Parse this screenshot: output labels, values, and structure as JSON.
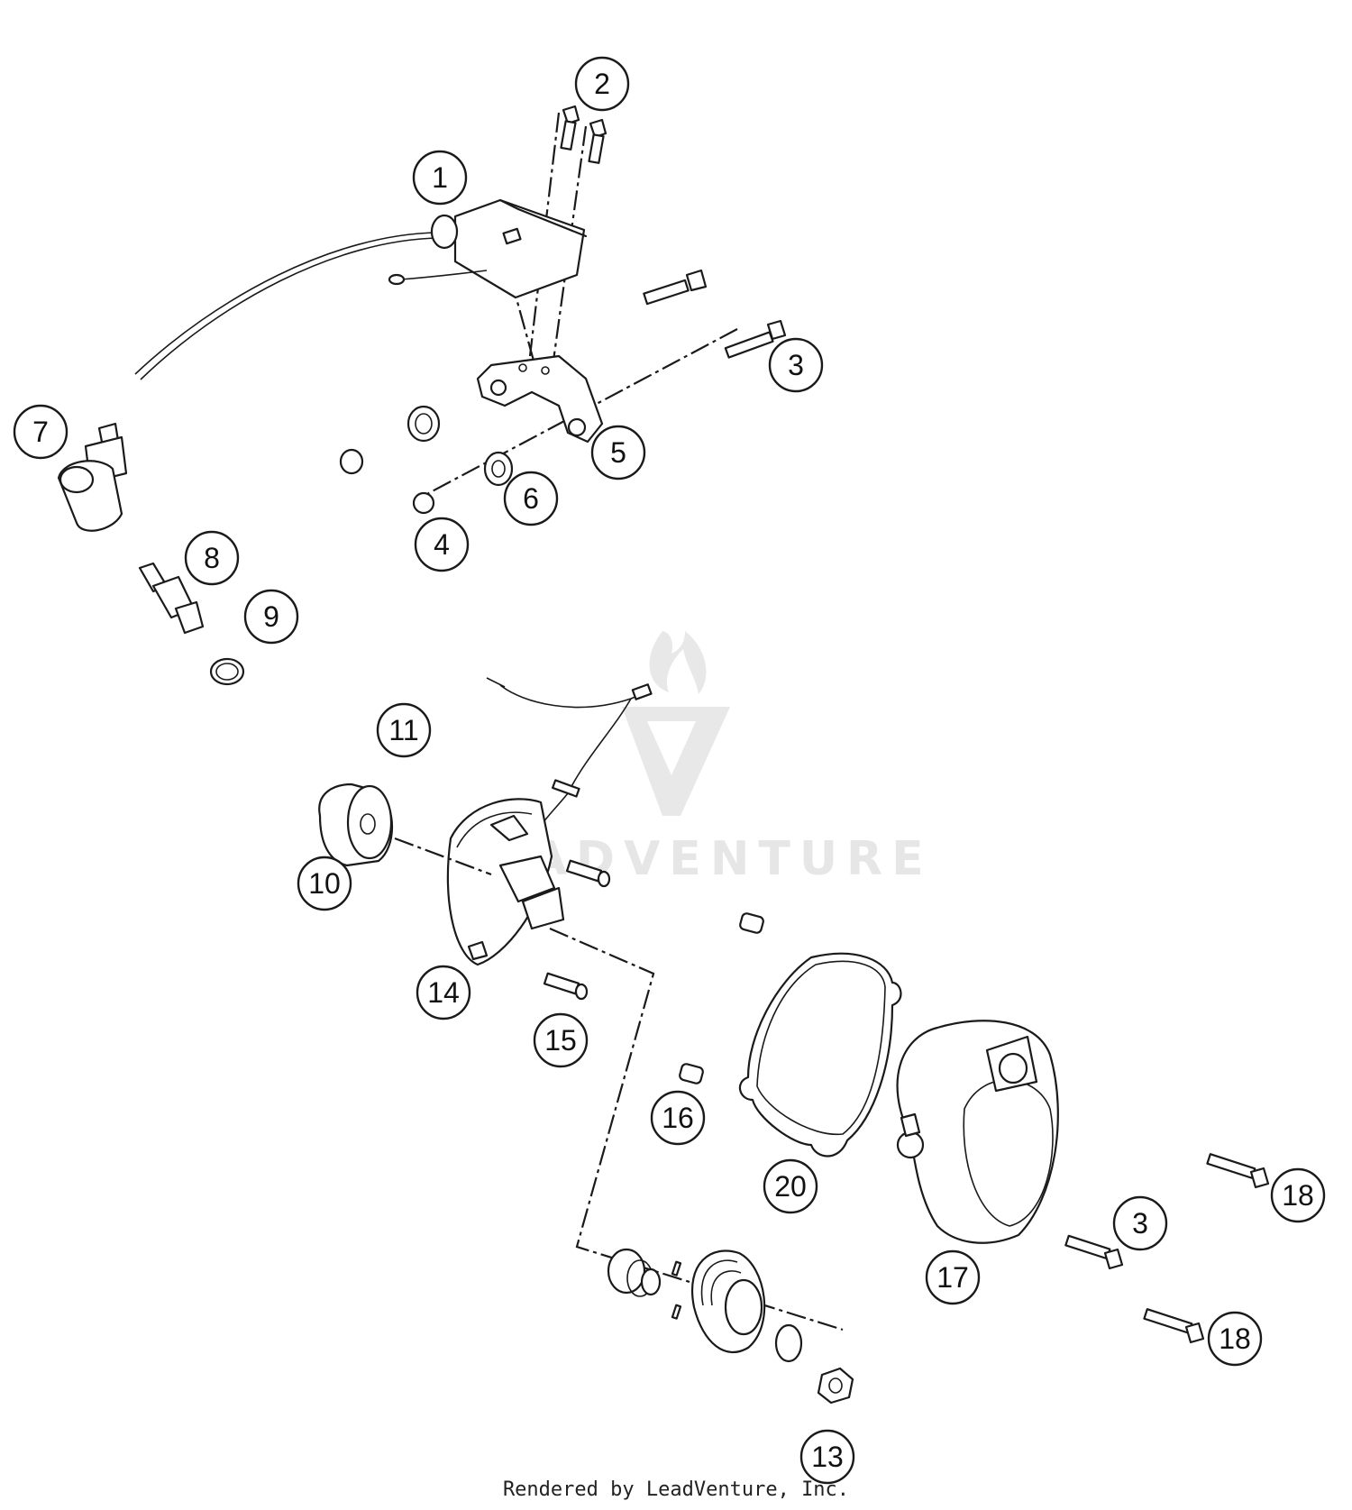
{
  "diagram": {
    "callouts": [
      {
        "id": "c1",
        "label": "1"
      },
      {
        "id": "c2",
        "label": "2"
      },
      {
        "id": "c3a",
        "label": "3"
      },
      {
        "id": "c4",
        "label": "4"
      },
      {
        "id": "c5",
        "label": "5"
      },
      {
        "id": "c6",
        "label": "6"
      },
      {
        "id": "c7",
        "label": "7"
      },
      {
        "id": "c8",
        "label": "8"
      },
      {
        "id": "c9",
        "label": "9"
      },
      {
        "id": "c10",
        "label": "10"
      },
      {
        "id": "c11",
        "label": "11"
      },
      {
        "id": "c13",
        "label": "13"
      },
      {
        "id": "c14",
        "label": "14"
      },
      {
        "id": "c15",
        "label": "15"
      },
      {
        "id": "c16",
        "label": "16"
      },
      {
        "id": "c17",
        "label": "17"
      },
      {
        "id": "c3b",
        "label": "3"
      },
      {
        "id": "c18a",
        "label": "18"
      },
      {
        "id": "c18b",
        "label": "18"
      },
      {
        "id": "c20",
        "label": "20"
      }
    ]
  },
  "watermark": {
    "text": "LEADVENTURE"
  },
  "footer": {
    "text": "Rendered by LeadVenture, Inc."
  }
}
